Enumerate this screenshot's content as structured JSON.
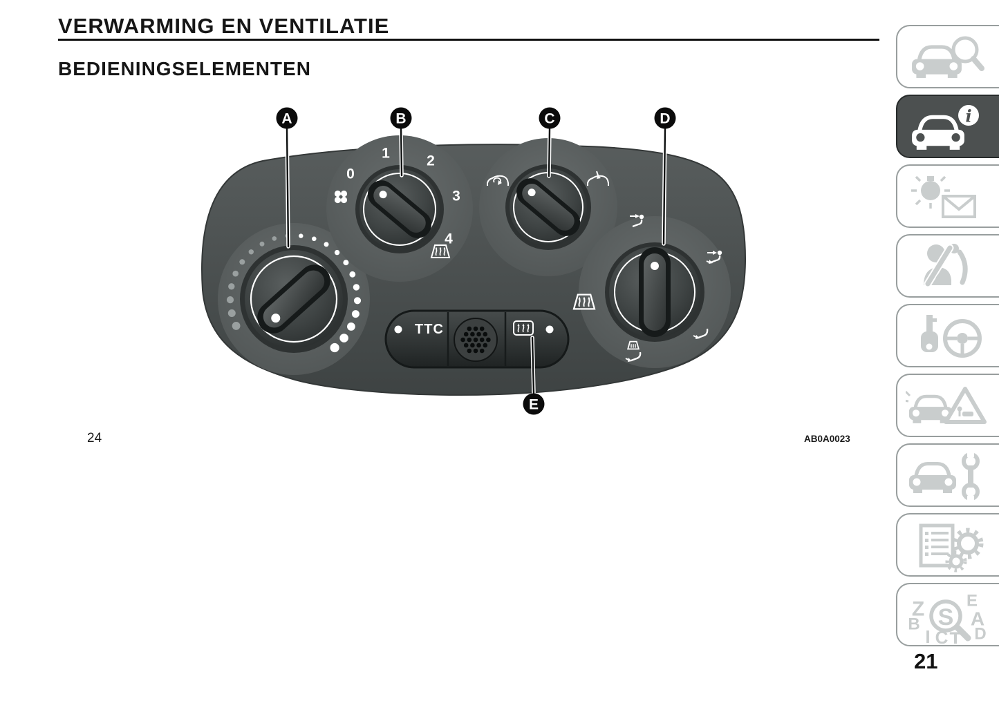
{
  "page": {
    "title": "VERWARMING EN VENTILATIE",
    "subtitle": "BEDIENINGSELEMENTEN",
    "figure_number": "24",
    "figure_code": "AB0A0023",
    "page_number": "21"
  },
  "figure": {
    "callouts": {
      "a": "A",
      "b": "B",
      "c": "C",
      "d": "D",
      "e": "E"
    },
    "fan_speeds": [
      "0",
      "1",
      "2",
      "3",
      "4"
    ],
    "center_buttons": {
      "ttc_label": "TTC"
    }
  },
  "sidebar": {
    "info_letter": "i",
    "index_letters": [
      "Z",
      "E",
      "B",
      "A",
      "S",
      "I",
      "C",
      "T",
      "D"
    ],
    "tabs": [
      {
        "icon": "car-magnifier",
        "active": false
      },
      {
        "icon": "car-info",
        "active": true
      },
      {
        "icon": "warning-light-message",
        "active": false
      },
      {
        "icon": "seatbelt-safety",
        "active": false
      },
      {
        "icon": "key-steering-wheel",
        "active": false
      },
      {
        "icon": "emergency-triangle",
        "active": false
      },
      {
        "icon": "car-wrench-maintenance",
        "active": false
      },
      {
        "icon": "list-gears-technical-data",
        "active": false
      },
      {
        "icon": "alphabetical-index",
        "active": false
      }
    ]
  },
  "colors": {
    "panel_gray": "#4a4e4e",
    "active_tab_gray": "#4c5050",
    "accent_white": "#ffffff"
  }
}
